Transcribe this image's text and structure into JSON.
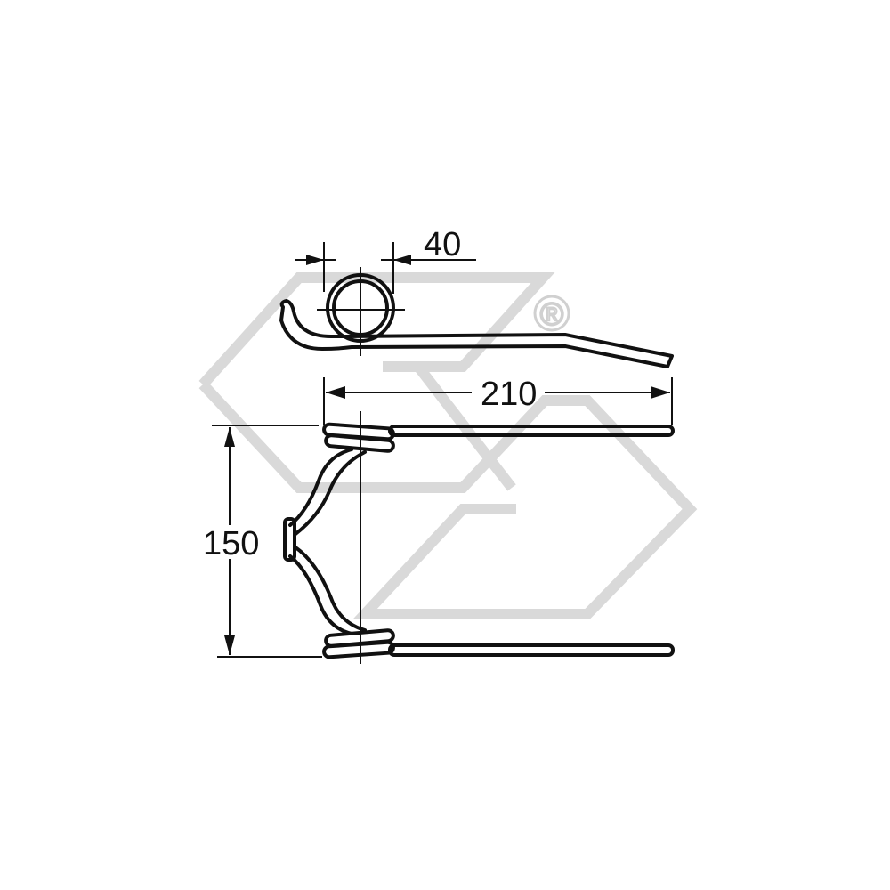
{
  "drawing": {
    "dimensions": {
      "coil_diameter": "40",
      "length": "210",
      "width": "150"
    },
    "watermark_mark": "®",
    "colors": {
      "line": "#111111",
      "watermark": "#d9d9d9",
      "background": "#ffffff"
    }
  }
}
